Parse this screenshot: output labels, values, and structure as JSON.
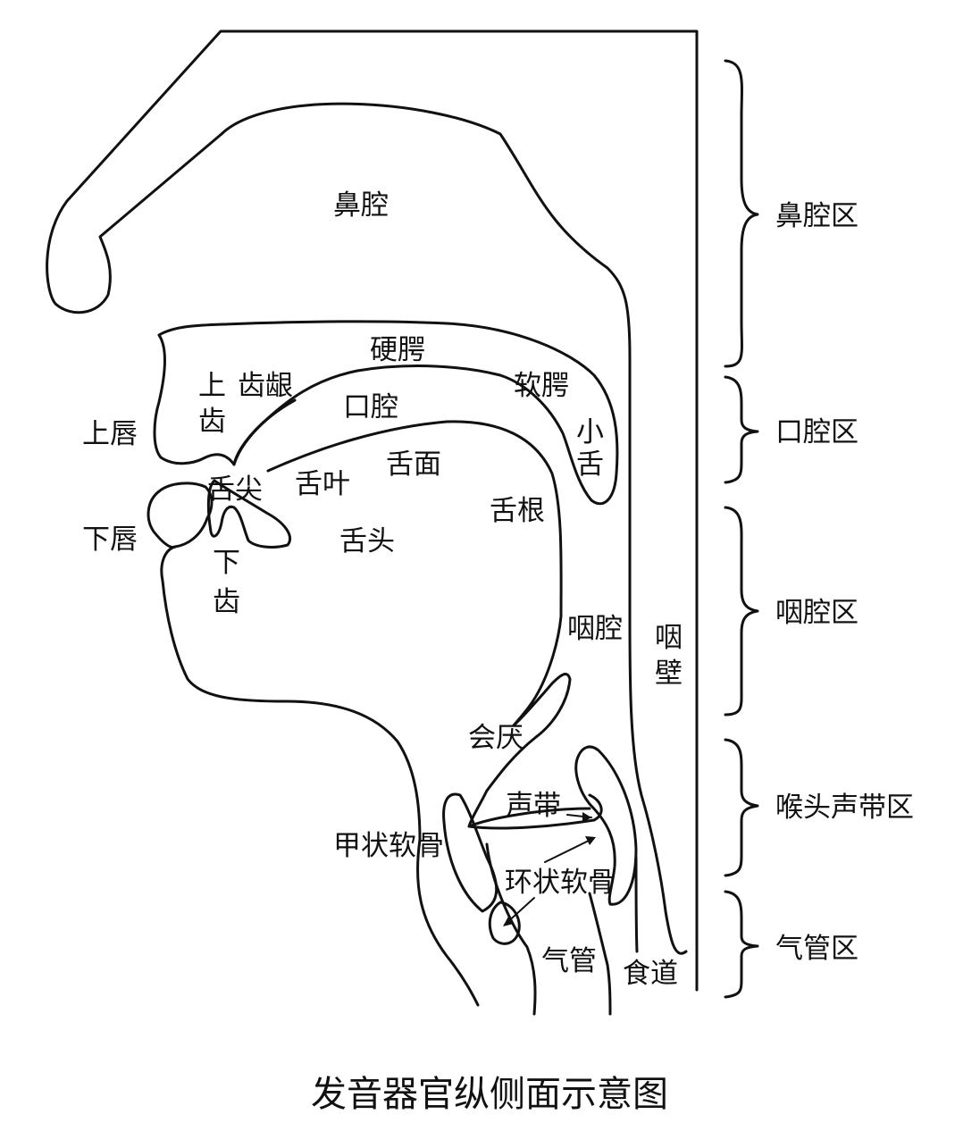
{
  "labels": {
    "nasal_cavity": "鼻腔",
    "hard_palate": "硬腭",
    "upper_teeth_1": "上",
    "upper_teeth_2": "齿",
    "alveolar_ridge": "齿龈",
    "soft_palate": "软腭",
    "oral_cavity": "口腔",
    "uvula_1": "小",
    "uvula_2": "舌",
    "upper_lip": "上唇",
    "tongue_tip": "舌尖",
    "tongue_blade": "舌叶",
    "tongue_surface": "舌面",
    "tongue_root": "舌根",
    "lower_lip": "下唇",
    "tongue_body": "舌头",
    "lower_teeth_1": "下",
    "lower_teeth_2": "齿",
    "pharynx_cavity": "咽腔",
    "pharynx_wall_1": "咽",
    "pharynx_wall_2": "壁",
    "epiglottis": "会厌",
    "vocal_cords": "声带",
    "thyroid_cartilage": "甲状软骨",
    "cricoid_cartilage": "环状软骨",
    "trachea": "气管",
    "esophagus": "食道"
  },
  "zones": {
    "nasal": "鼻腔区",
    "oral": "口腔区",
    "pharyngeal": "咽腔区",
    "larynx": "喉头声带区",
    "trachea": "气管区"
  },
  "caption": "发音器官纵侧面示意图"
}
